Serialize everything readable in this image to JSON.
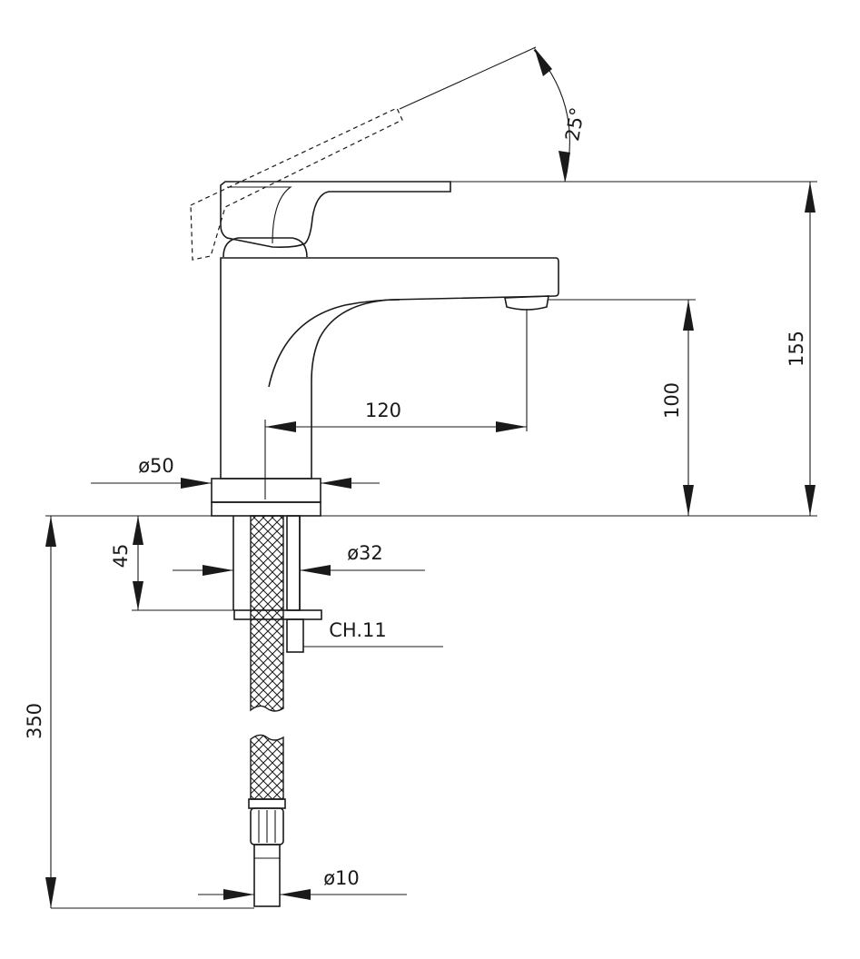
{
  "dimensions": {
    "angle": "25°",
    "height_total": "155",
    "spout_height": "100",
    "spout_reach": "120",
    "base_diameter": "ø50",
    "shank_diameter": "ø32",
    "shank_length": "45",
    "nut_spanner": "CH.11",
    "hose_length": "350",
    "hose_connector": "ø10"
  }
}
